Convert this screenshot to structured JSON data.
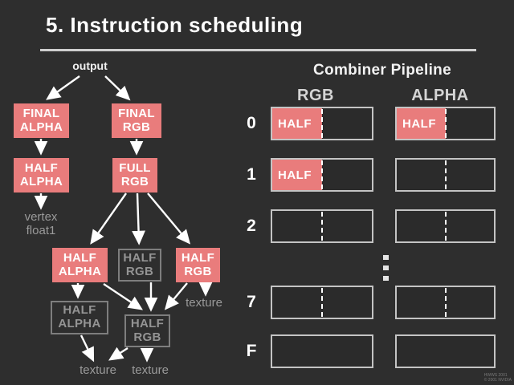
{
  "slide": {
    "title": "5. Instruction scheduling",
    "footer_line1": "HWWS 2001",
    "footer_line2": "© 2001 NVIDIA"
  },
  "colors": {
    "background": "#2e2e2e",
    "accent_pink": "#e97c7c",
    "gray_text": "#9a9a9a",
    "box_border_gray": "#7e7e7e",
    "pipeline_border": "#c4c4c4",
    "rule": "#cfcfcf"
  },
  "diagram": {
    "output_label": "output",
    "vertex_line1": "vertex",
    "vertex_line2": "float1",
    "texture_labels": [
      "texture",
      "texture",
      "texture"
    ],
    "nodes": [
      {
        "line1": "FINAL",
        "line2": "ALPHA",
        "style": "pink"
      },
      {
        "line1": "FINAL",
        "line2": "RGB",
        "style": "pink"
      },
      {
        "line1": "HALF",
        "line2": "ALPHA",
        "style": "pink"
      },
      {
        "line1": "FULL",
        "line2": "RGB",
        "style": "pink"
      },
      {
        "line1": "HALF",
        "line2": "ALPHA",
        "style": "pink"
      },
      {
        "line1": "HALF",
        "line2": "RGB",
        "style": "gray"
      },
      {
        "line1": "HALF",
        "line2": "RGB",
        "style": "pink"
      },
      {
        "line1": "HALF",
        "line2": "ALPHA",
        "style": "gray"
      },
      {
        "line1": "HALF",
        "line2": "RGB",
        "style": "gray"
      }
    ]
  },
  "pipeline": {
    "title": "Combiner Pipeline",
    "col_rgb": "RGB",
    "col_alpha": "ALPHA",
    "rows": [
      {
        "label": "0",
        "rgb_fill": "HALF",
        "alpha_fill": "HALF",
        "divider": true
      },
      {
        "label": "1",
        "rgb_fill": "HALF",
        "alpha_fill": null,
        "divider": true
      },
      {
        "label": "2",
        "rgb_fill": null,
        "alpha_fill": null,
        "divider": true
      },
      {
        "label": "7",
        "rgb_fill": null,
        "alpha_fill": null,
        "divider": true
      },
      {
        "label": "F",
        "rgb_fill": null,
        "alpha_fill": null,
        "divider": false
      }
    ]
  }
}
